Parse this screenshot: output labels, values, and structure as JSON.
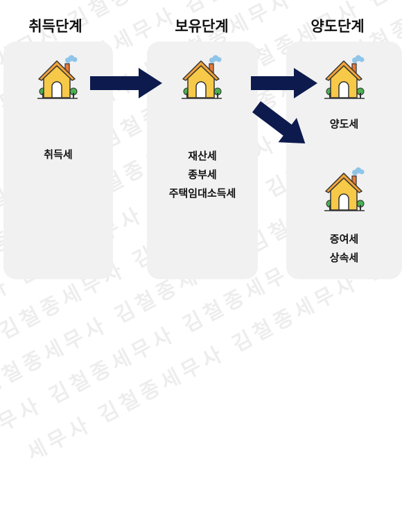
{
  "watermark_text": "세무사 김철종세무사 김철종세무사 김철종세무사 김철종세무사 김철종세무사",
  "colors": {
    "panel": "#f1f1f1",
    "arrow": "#0d1a4d",
    "house_wall": "#f7c948",
    "house_roof": "#f2a33a",
    "outline": "#333333",
    "tree": "#4caf50",
    "smoke": "#8ec5e8"
  },
  "stages": [
    {
      "title": "취득단계",
      "taxes": [
        "취득세"
      ]
    },
    {
      "title": "보유단계",
      "taxes": [
        "재산세",
        "종부세",
        "주택임대소득세"
      ]
    },
    {
      "title": "양도단계",
      "taxes": [
        "양도세"
      ],
      "secondary_taxes": [
        "증여세",
        "상속세"
      ]
    }
  ],
  "icons": [
    "house-icon",
    "right-arrow-icon",
    "diagonal-arrow-icon"
  ]
}
